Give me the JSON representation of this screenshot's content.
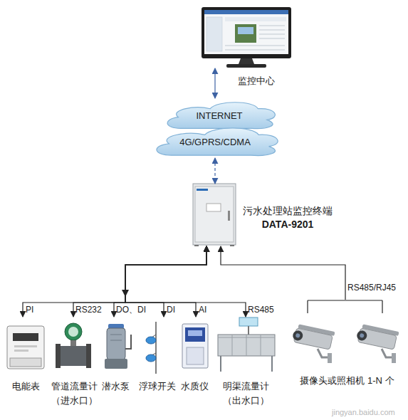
{
  "diagram": {
    "nodes": [
      {
        "text": [
          "监控中心"
        ]
      },
      {
        "text": [
          "INTERNET"
        ]
      },
      {
        "text": [
          "4G/GPRS/CDMA"
        ]
      },
      {
        "text": [
          "污水处理站监控终端",
          "DATA-9201"
        ]
      },
      {
        "text": [
          "电能表"
        ]
      },
      {
        "text": [
          "管道流量计 （进水口）"
        ]
      },
      {
        "text": [
          "潜水泵"
        ]
      },
      {
        "text": [
          "浮球开关"
        ]
      },
      {
        "text": [
          "水质仪"
        ]
      },
      {
        "text": [
          "明渠流量计 （出水口）"
        ]
      },
      {
        "text": [
          "摄像头或照相机 1-N 个"
        ]
      }
    ],
    "edges": [
      {
        "from": 0,
        "to": 1,
        "arrow": "both"
      },
      {
        "from": 2,
        "to": 3,
        "arrow": "both"
      },
      {
        "from": 3,
        "to": 4,
        "label": "PI",
        "arrow": "both"
      },
      {
        "from": 3,
        "to": 5,
        "label": "RS232",
        "arrow": "both"
      },
      {
        "from": 3,
        "to": 6,
        "label": "DO、DI",
        "arrow": "both"
      },
      {
        "from": 3,
        "to": 7,
        "label": "DI",
        "arrow": "both"
      },
      {
        "from": 3,
        "to": 8,
        "label": "AI",
        "arrow": "both"
      },
      {
        "from": 3,
        "to": 9,
        "label": "RS485",
        "arrow": "both"
      },
      {
        "from": 10,
        "to": 3,
        "label": "RS485/RJ45",
        "arrow": "to"
      }
    ],
    "labels": [
      "jingyan.baidu.com"
    ]
  }
}
